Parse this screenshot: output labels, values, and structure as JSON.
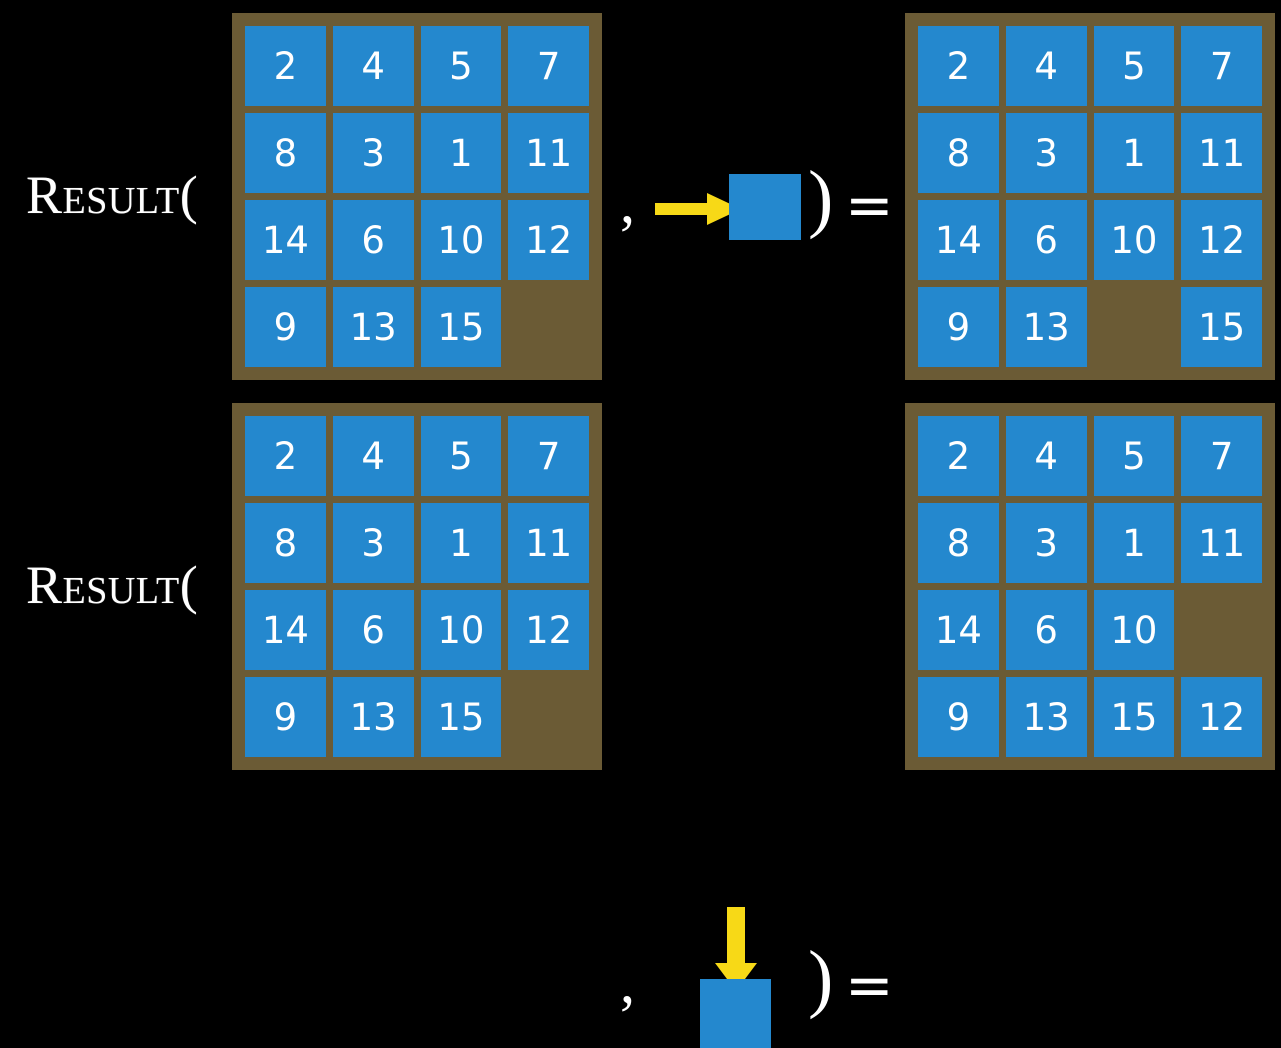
{
  "page": {
    "background_color": "#000000",
    "tile_color": "#2488ce",
    "board_color": "#6b5b35",
    "arrow_color": "#f7d917",
    "text_color": "#ffffff"
  },
  "rows": [
    {
      "id": "row-top",
      "label": "Result(",
      "comma": ",",
      "paren_close": ")",
      "equals": "=",
      "action": {
        "name": "move-right",
        "arrow_direction": "right",
        "arrow_icon": "arrow-right-icon",
        "blank_tile_icon": "blank-tile-icon"
      },
      "input_board": {
        "name": "input-board-top",
        "rows": [
          [
            "2",
            "4",
            "5",
            "7"
          ],
          [
            "8",
            "3",
            "1",
            "11"
          ],
          [
            "14",
            "6",
            "10",
            "12"
          ],
          [
            "9",
            "13",
            "15",
            ""
          ]
        ]
      },
      "output_board": {
        "name": "output-board-top",
        "rows": [
          [
            "2",
            "4",
            "5",
            "7"
          ],
          [
            "8",
            "3",
            "1",
            "11"
          ],
          [
            "14",
            "6",
            "10",
            "12"
          ],
          [
            "9",
            "13",
            "",
            "15"
          ]
        ]
      }
    },
    {
      "id": "row-bottom",
      "label": "Result(",
      "comma": ",",
      "paren_close": ")",
      "equals": "=",
      "action": {
        "name": "move-down",
        "arrow_direction": "down",
        "arrow_icon": "arrow-down-icon",
        "blank_tile_icon": "blank-tile-icon"
      },
      "input_board": {
        "name": "input-board-bottom",
        "rows": [
          [
            "2",
            "4",
            "5",
            "7"
          ],
          [
            "8",
            "3",
            "1",
            "11"
          ],
          [
            "14",
            "6",
            "10",
            "12"
          ],
          [
            "9",
            "13",
            "15",
            ""
          ]
        ]
      },
      "output_board": {
        "name": "output-board-bottom",
        "rows": [
          [
            "2",
            "4",
            "5",
            "7"
          ],
          [
            "8",
            "3",
            "1",
            "11"
          ],
          [
            "14",
            "6",
            "10",
            ""
          ],
          [
            "9",
            "13",
            "15",
            "12"
          ]
        ]
      }
    }
  ]
}
